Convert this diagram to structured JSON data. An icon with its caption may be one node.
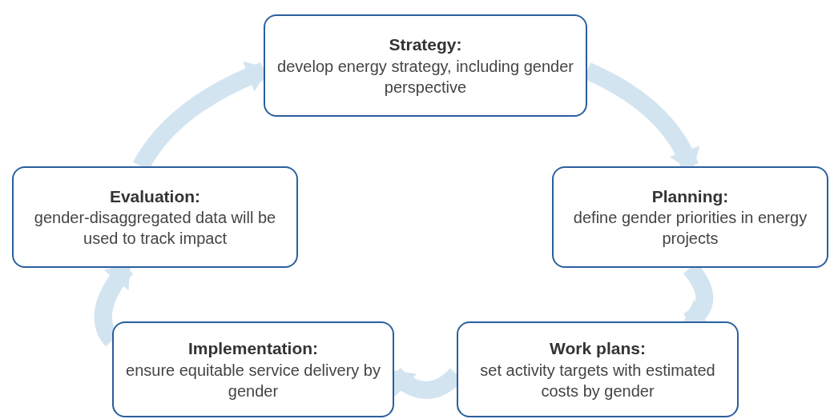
{
  "diagram": {
    "nodes": [
      {
        "text": [
          "Strategy:",
          "develop energy strategy, including gender perspective"
        ]
      },
      {
        "text": [
          "Planning:",
          "define gender priorities in energy projects"
        ]
      },
      {
        "text": [
          "Work plans:",
          "set activity targets with estimated costs by gender"
        ]
      },
      {
        "text": [
          "Implementation:",
          "ensure equitable service delivery by gender"
        ]
      },
      {
        "text": [
          "Evaluation:",
          "gender-disaggregated data will be used to track impact"
        ]
      }
    ],
    "edges": [
      {
        "from": 0,
        "to": 1,
        "arrow": "to"
      },
      {
        "from": 1,
        "to": 2,
        "arrow": "to"
      },
      {
        "from": 2,
        "to": 3,
        "arrow": "to"
      },
      {
        "from": 3,
        "to": 4,
        "arrow": "to"
      },
      {
        "from": 4,
        "to": 0,
        "arrow": "to"
      }
    ]
  }
}
